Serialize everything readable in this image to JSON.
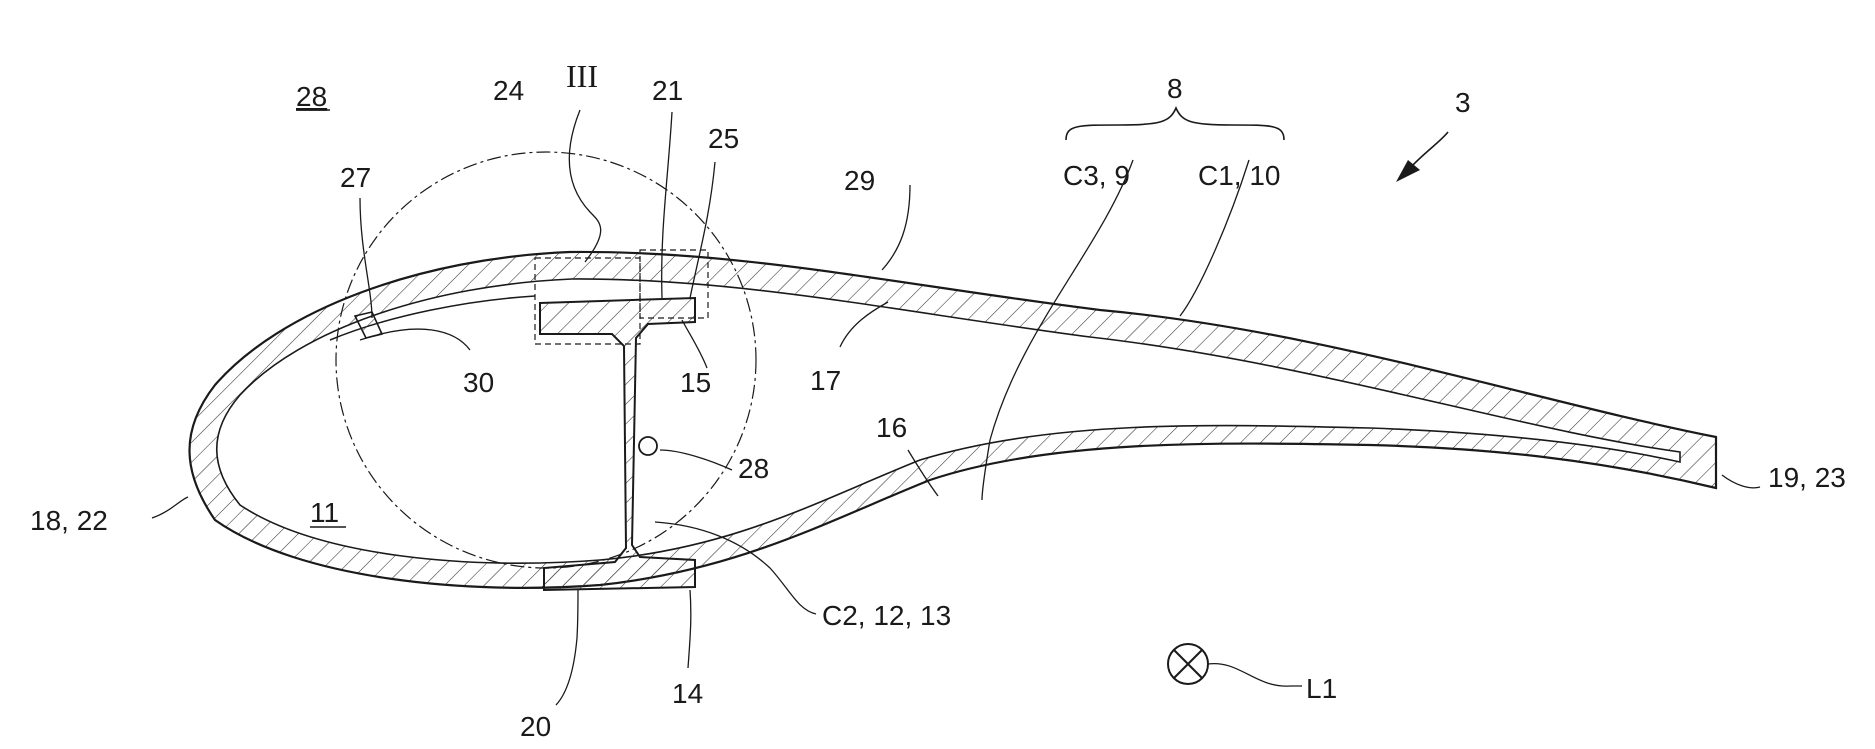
{
  "figure": {
    "labels": {
      "blade": "3",
      "group8": "8",
      "c3_9": "C3, 9",
      "c1_10": "C1, 10",
      "detail_III": "III",
      "interior_28": "28",
      "interior_11": "11",
      "l24": "24",
      "l21": "21",
      "l25": "25",
      "l27": "27",
      "l29": "29",
      "l17": "17",
      "l15": "15",
      "l30": "30",
      "l16": "16",
      "l28": "28",
      "l18_22": "18, 22",
      "l19_23": "19, 23",
      "c2": "C2, 12, 13",
      "l20": "20",
      "l14": "14",
      "l1": "L1"
    }
  }
}
